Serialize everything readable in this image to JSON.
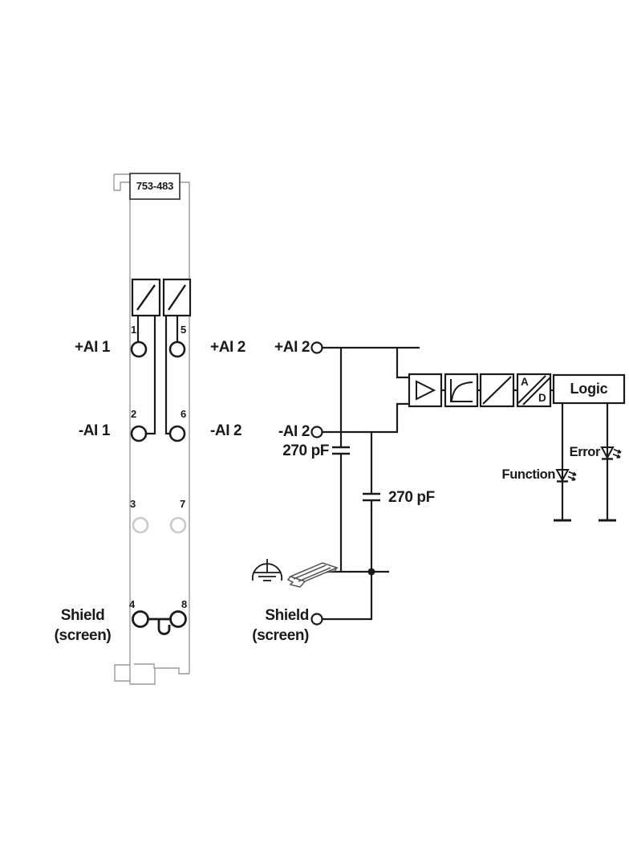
{
  "module": {
    "part_number": "753-483",
    "terminals": [
      "1",
      "2",
      "3",
      "4",
      "5",
      "6",
      "7",
      "8"
    ],
    "labels": {
      "ai1_plus": "+AI 1",
      "ai1_minus": "-AI 1",
      "ai2_plus": "+AI 2",
      "ai2_minus": "-AI 2",
      "shield": "Shield",
      "screen": "(screen)"
    }
  },
  "schematic": {
    "input_plus": "+AI 2",
    "input_minus": "-AI 2",
    "capacitor1": "270 pF",
    "capacitor2": "270 pF",
    "shield": "Shield",
    "screen": "(screen)",
    "logic": "Logic",
    "led_function": "Function",
    "led_error": "Error",
    "adc_a": "A",
    "adc_d": "D"
  },
  "colors": {
    "line": "#1a1a1a",
    "module_outline": "#999999",
    "inactive_terminal": "#c9c9c9",
    "din_rail": "#555555",
    "background": "#ffffff"
  }
}
